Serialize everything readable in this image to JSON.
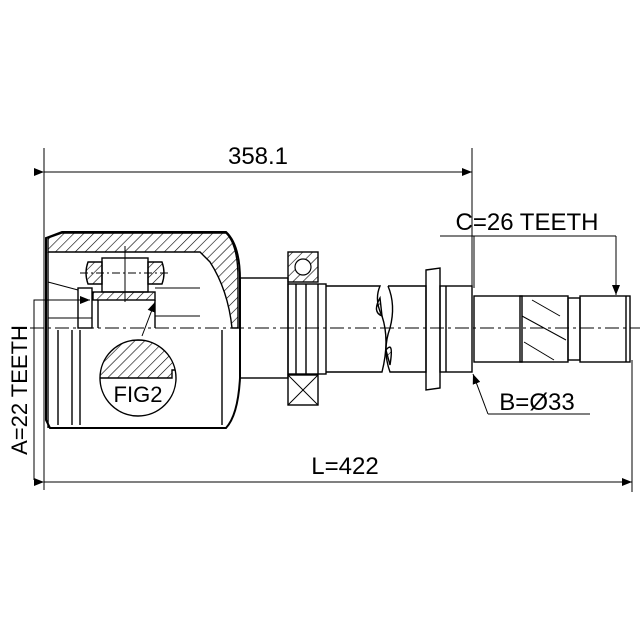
{
  "dimensions": {
    "length_to_boot": "358.1",
    "total_length": "L=422",
    "inner_teeth": "A=22 TEETH",
    "outer_teeth": "C=26 TEETH",
    "shaft_diameter": "B=Ø33"
  },
  "figure_label": "FIG2"
}
